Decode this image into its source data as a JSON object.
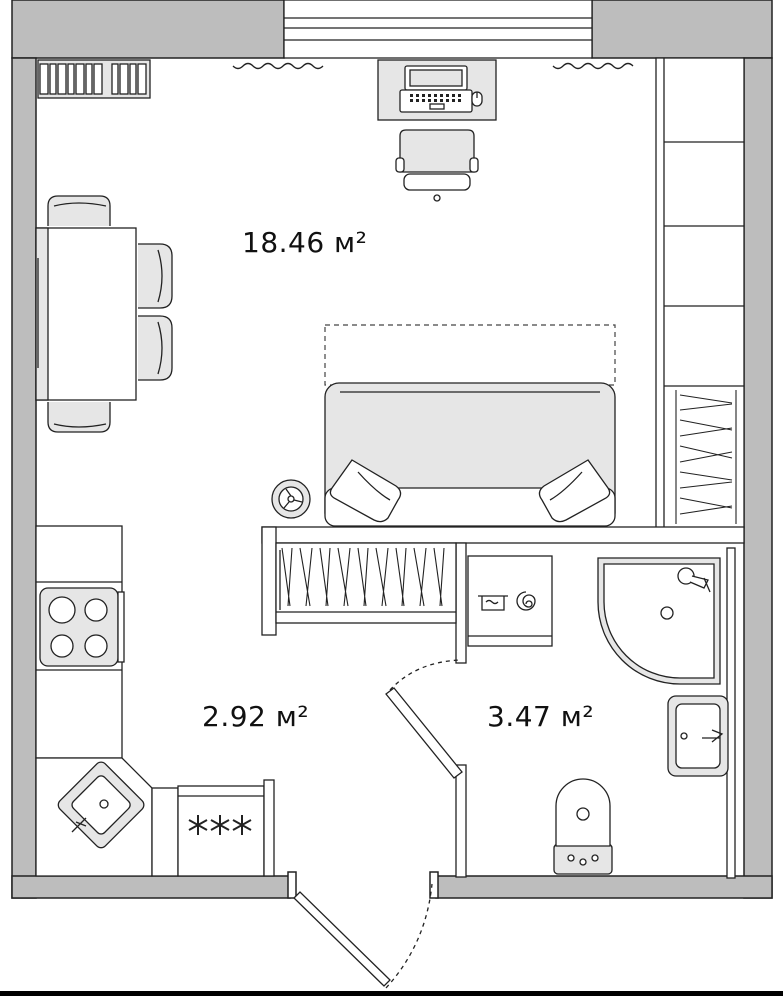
{
  "rooms": {
    "main_room": {
      "area": "18.46 м²"
    },
    "kitchen_hall": {
      "area": "2.92 м²"
    },
    "bathroom": {
      "area": "3.47 м²"
    }
  },
  "colors": {
    "wall": "#bdbdbd",
    "wall_outline": "#222222",
    "furniture_fill": "#e6e6e6",
    "line": "#222222",
    "background": "#ffffff"
  }
}
